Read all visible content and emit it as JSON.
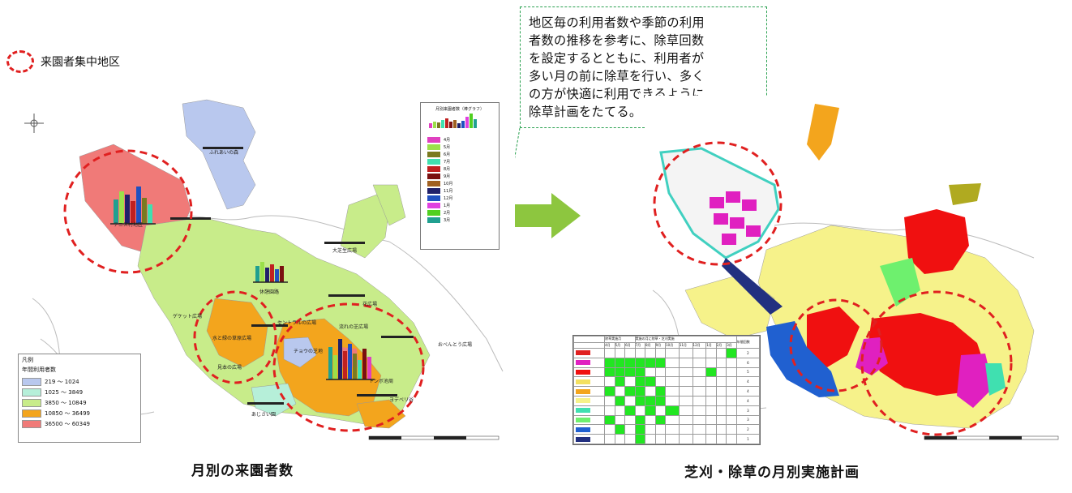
{
  "legend": {
    "label": "来園者集中地区"
  },
  "callout": {
    "lines": [
      "地区毎の利用者数や季節の利用",
      "者数の推移を参考に、除草回数",
      "を設定するとともに、利用者が",
      "多い月の前に除草を行い、多く",
      "の方が快適に利用できるように",
      "除草計画をたてる。"
    ]
  },
  "captions": {
    "left": "月別の来園者数",
    "right": "芝刈・除草の月別実施計画"
  },
  "left_map": {
    "legend_title": "凡例",
    "legend_subtitle": "年間利用者数",
    "legend_items": [
      {
        "label": "219 ～ 1024",
        "color": "#b9c8ee"
      },
      {
        "label": "1025 ～ 3849",
        "color": "#b6efd9"
      },
      {
        "label": "3850 ～ 10849",
        "color": "#c8ec8a"
      },
      {
        "label": "10850 ～ 36499",
        "color": "#f3a51d"
      },
      {
        "label": "36500 ～ 60349",
        "color": "#f07a78"
      }
    ],
    "chart_legend_title": "月別来園者数（棒グラフ）",
    "chart_legend_items": [
      {
        "label": "4月",
        "color": "#e040c0"
      },
      {
        "label": "5月",
        "color": "#9be04a"
      },
      {
        "label": "6月",
        "color": "#7a7a20"
      },
      {
        "label": "7月",
        "color": "#40e0b0"
      },
      {
        "label": "8月",
        "color": "#c02020"
      },
      {
        "label": "9月",
        "color": "#7a1010"
      },
      {
        "label": "10月",
        "color": "#a06020"
      },
      {
        "label": "11月",
        "color": "#20206a"
      },
      {
        "label": "12月",
        "color": "#2050c0"
      },
      {
        "label": "1月",
        "color": "#e040e0"
      },
      {
        "label": "2月",
        "color": "#50d020"
      },
      {
        "label": "3月",
        "color": "#20a090"
      }
    ],
    "place_labels": [
      "ふれあいの森",
      "テニス村地区",
      "大芝生広場",
      "休憩園路",
      "花広場",
      "ゲケット広場",
      "水と緑の草原広場",
      "セントラルの広場",
      "流れの芝広場",
      "チョウの芝地",
      "トンボ池周",
      "おべんとう広場",
      "見本の広場",
      "あじさい園",
      "ヨデベリ谷"
    ]
  },
  "schedule": {
    "header_left": "除草実施月",
    "header_mid": "実施の月に除草・芝刈実施",
    "header_right": "年間回数",
    "months": [
      "4月",
      "5月",
      "6月",
      "7月",
      "8月",
      "9月",
      "10月",
      "11月",
      "12月",
      "1月",
      "2月",
      "3月"
    ],
    "counts": [
      "2",
      "6",
      "5",
      "4",
      "4",
      "4",
      "3",
      "3",
      "2",
      "1"
    ]
  }
}
